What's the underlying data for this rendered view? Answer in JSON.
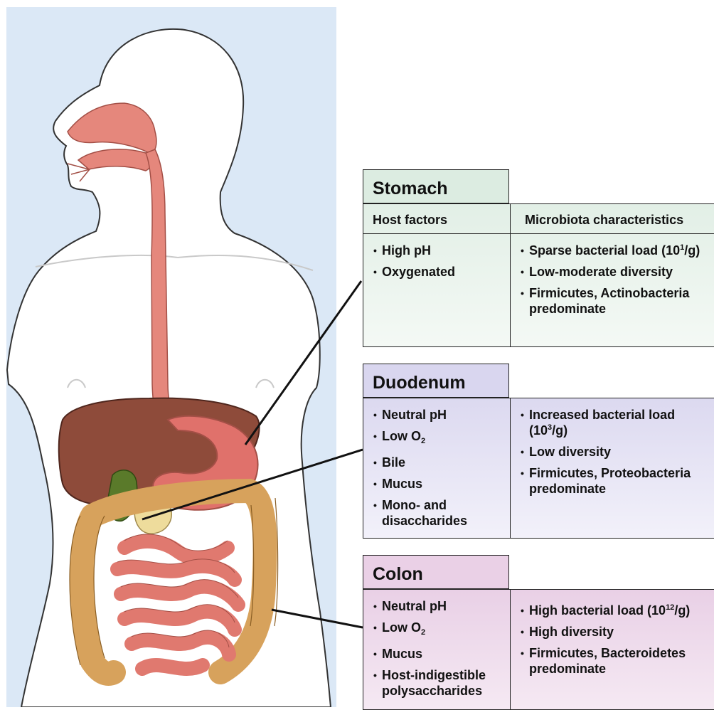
{
  "stomach": {
    "title": "Stomach",
    "host_header": "Host factors",
    "micro_header": "Microbiota characteristics",
    "host": [
      "High pH",
      "Oxygenated"
    ],
    "micro": [
      {
        "text": "Sparse bacterial load (10",
        "sup": "1",
        "after": "/g)"
      },
      {
        "text": "Low-moderate diversity",
        "sup": "",
        "after": ""
      },
      {
        "text": "Firmicutes, Actinobacteria predominate",
        "sup": "",
        "after": ""
      }
    ]
  },
  "duodenum": {
    "title": "Duodenum",
    "host": [
      {
        "text": "Neutral pH",
        "sub": ""
      },
      {
        "text": "Low O",
        "sub": "2"
      },
      {
        "text": "Bile",
        "sub": ""
      },
      {
        "text": "Mucus",
        "sub": ""
      },
      {
        "text": "Mono- and disaccharides",
        "sub": ""
      }
    ],
    "micro": [
      {
        "text": "Increased bacterial load (10",
        "sup": "3",
        "after": "/g)"
      },
      {
        "text": "Low diversity",
        "sup": "",
        "after": ""
      },
      {
        "text": "Firmicutes, Proteobacteria predominate",
        "sup": "",
        "after": ""
      }
    ]
  },
  "colon": {
    "title": "Colon",
    "host": [
      {
        "text": "Neutral pH",
        "sub": ""
      },
      {
        "text": "Low O",
        "sub": "2"
      },
      {
        "text": "Mucus",
        "sub": ""
      },
      {
        "text": "Host-indigestible polysaccharides",
        "sub": ""
      }
    ],
    "micro": [
      {
        "text": "High bacterial load (10",
        "sup": "12",
        "after": "/g)"
      },
      {
        "text": "High diversity",
        "sup": "",
        "after": ""
      },
      {
        "text": "Firmicutes, Bacteroidetes predominate",
        "sup": "",
        "after": ""
      }
    ]
  },
  "colors": {
    "background_blue": "#dbe8f6",
    "stomach_green": "#dcece1",
    "duodenum_lavender": "#d9d6ef",
    "colon_pink": "#ead0e6",
    "liver_brown": "#8e4b3a",
    "gi_tract_red": "#e3837a",
    "colon_tan": "#d7a25c"
  }
}
